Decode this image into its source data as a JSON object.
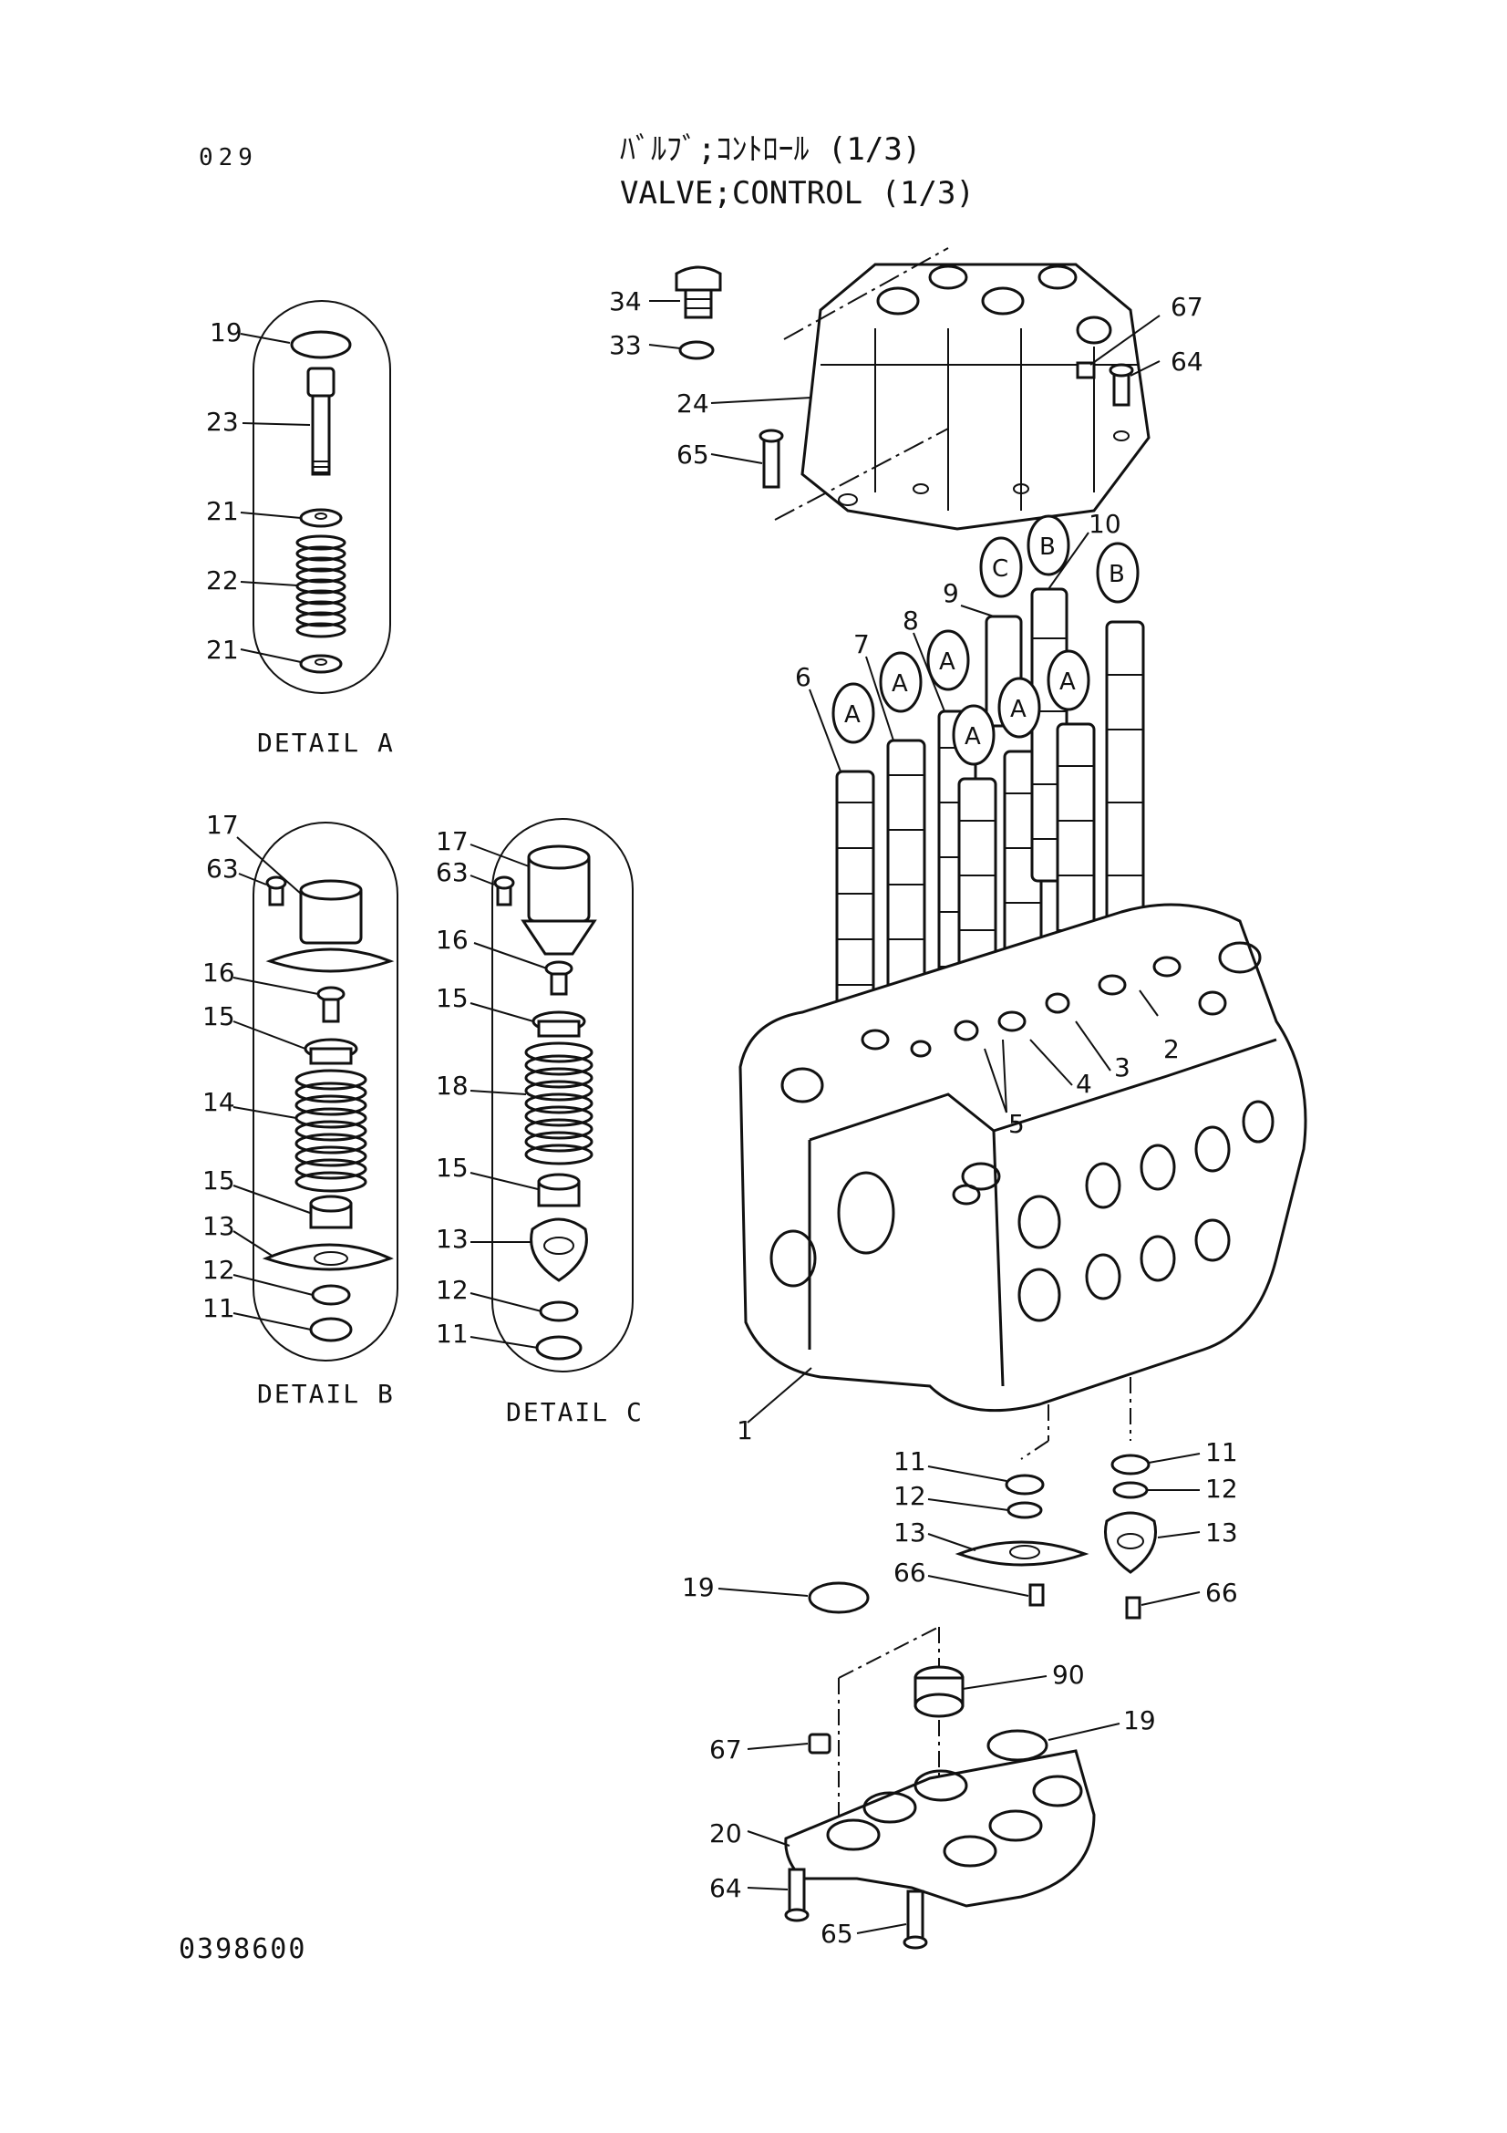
{
  "header": {
    "page_number": "029",
    "title_jp": "ﾊﾞﾙﾌﾞ;ｺﾝﾄﾛｰﾙ (1/3)",
    "title_en": "VALVE;CONTROL (1/3)"
  },
  "footer": {
    "drawing_number": "0398600"
  },
  "details": {
    "a": "DETAIL A",
    "b": "DETAIL B",
    "c": "DETAIL C"
  },
  "labels": {
    "p1": "1",
    "p2": "2",
    "p3": "3",
    "p4": "4",
    "p5": "5",
    "p6": "6",
    "p7": "7",
    "p8": "8",
    "p9": "9",
    "p10": "10",
    "p11": "11",
    "p12": "12",
    "p13": "13",
    "p14": "14",
    "p15": "15",
    "p16": "16",
    "p17": "17",
    "p18": "18",
    "p19": "19",
    "p20": "20",
    "p21": "21",
    "p22": "22",
    "p23": "23",
    "p24": "24",
    "p33": "33",
    "p34": "34",
    "p63": "63",
    "p64": "64",
    "p65": "65",
    "p66": "66",
    "p67": "67",
    "p90": "90"
  },
  "bubbles": {
    "a": "A",
    "b": "B",
    "c": "C"
  }
}
